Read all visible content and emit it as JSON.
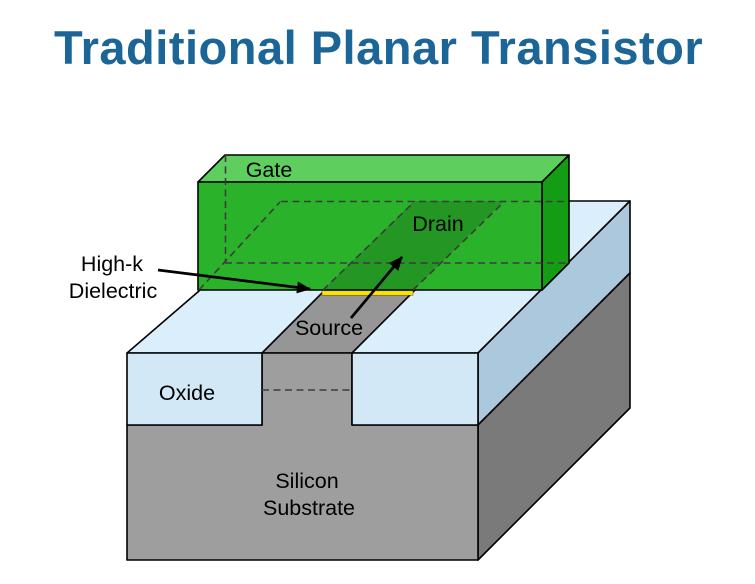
{
  "title": {
    "text": "Traditional Planar Transistor",
    "color": "#1b6597"
  },
  "diagram": {
    "labels": {
      "gate": "Gate",
      "drain": "Drain",
      "source": "Source",
      "oxide": "Oxide",
      "substrate_line1": "Silicon",
      "substrate_line2": "Substrate",
      "highk_line1": "High-k",
      "highk_line2": "Dielectric"
    },
    "colors": {
      "gate_front": "#2ab32a",
      "gate_top": "#5ecf5e",
      "gate_right": "#149c14",
      "oxide_front": "#d2e8f7",
      "oxide_top": "#dbeefb",
      "oxide_side": "#abc8dd",
      "substrate_front": "#9e9e9e",
      "substrate_side": "#7a7a7a",
      "channel_top": "#969696",
      "channel_shade": "rgba(0,0,0,0.16)",
      "highk_yellow": "#ffe400",
      "hidden_edge": "#3c3c3c"
    }
  }
}
